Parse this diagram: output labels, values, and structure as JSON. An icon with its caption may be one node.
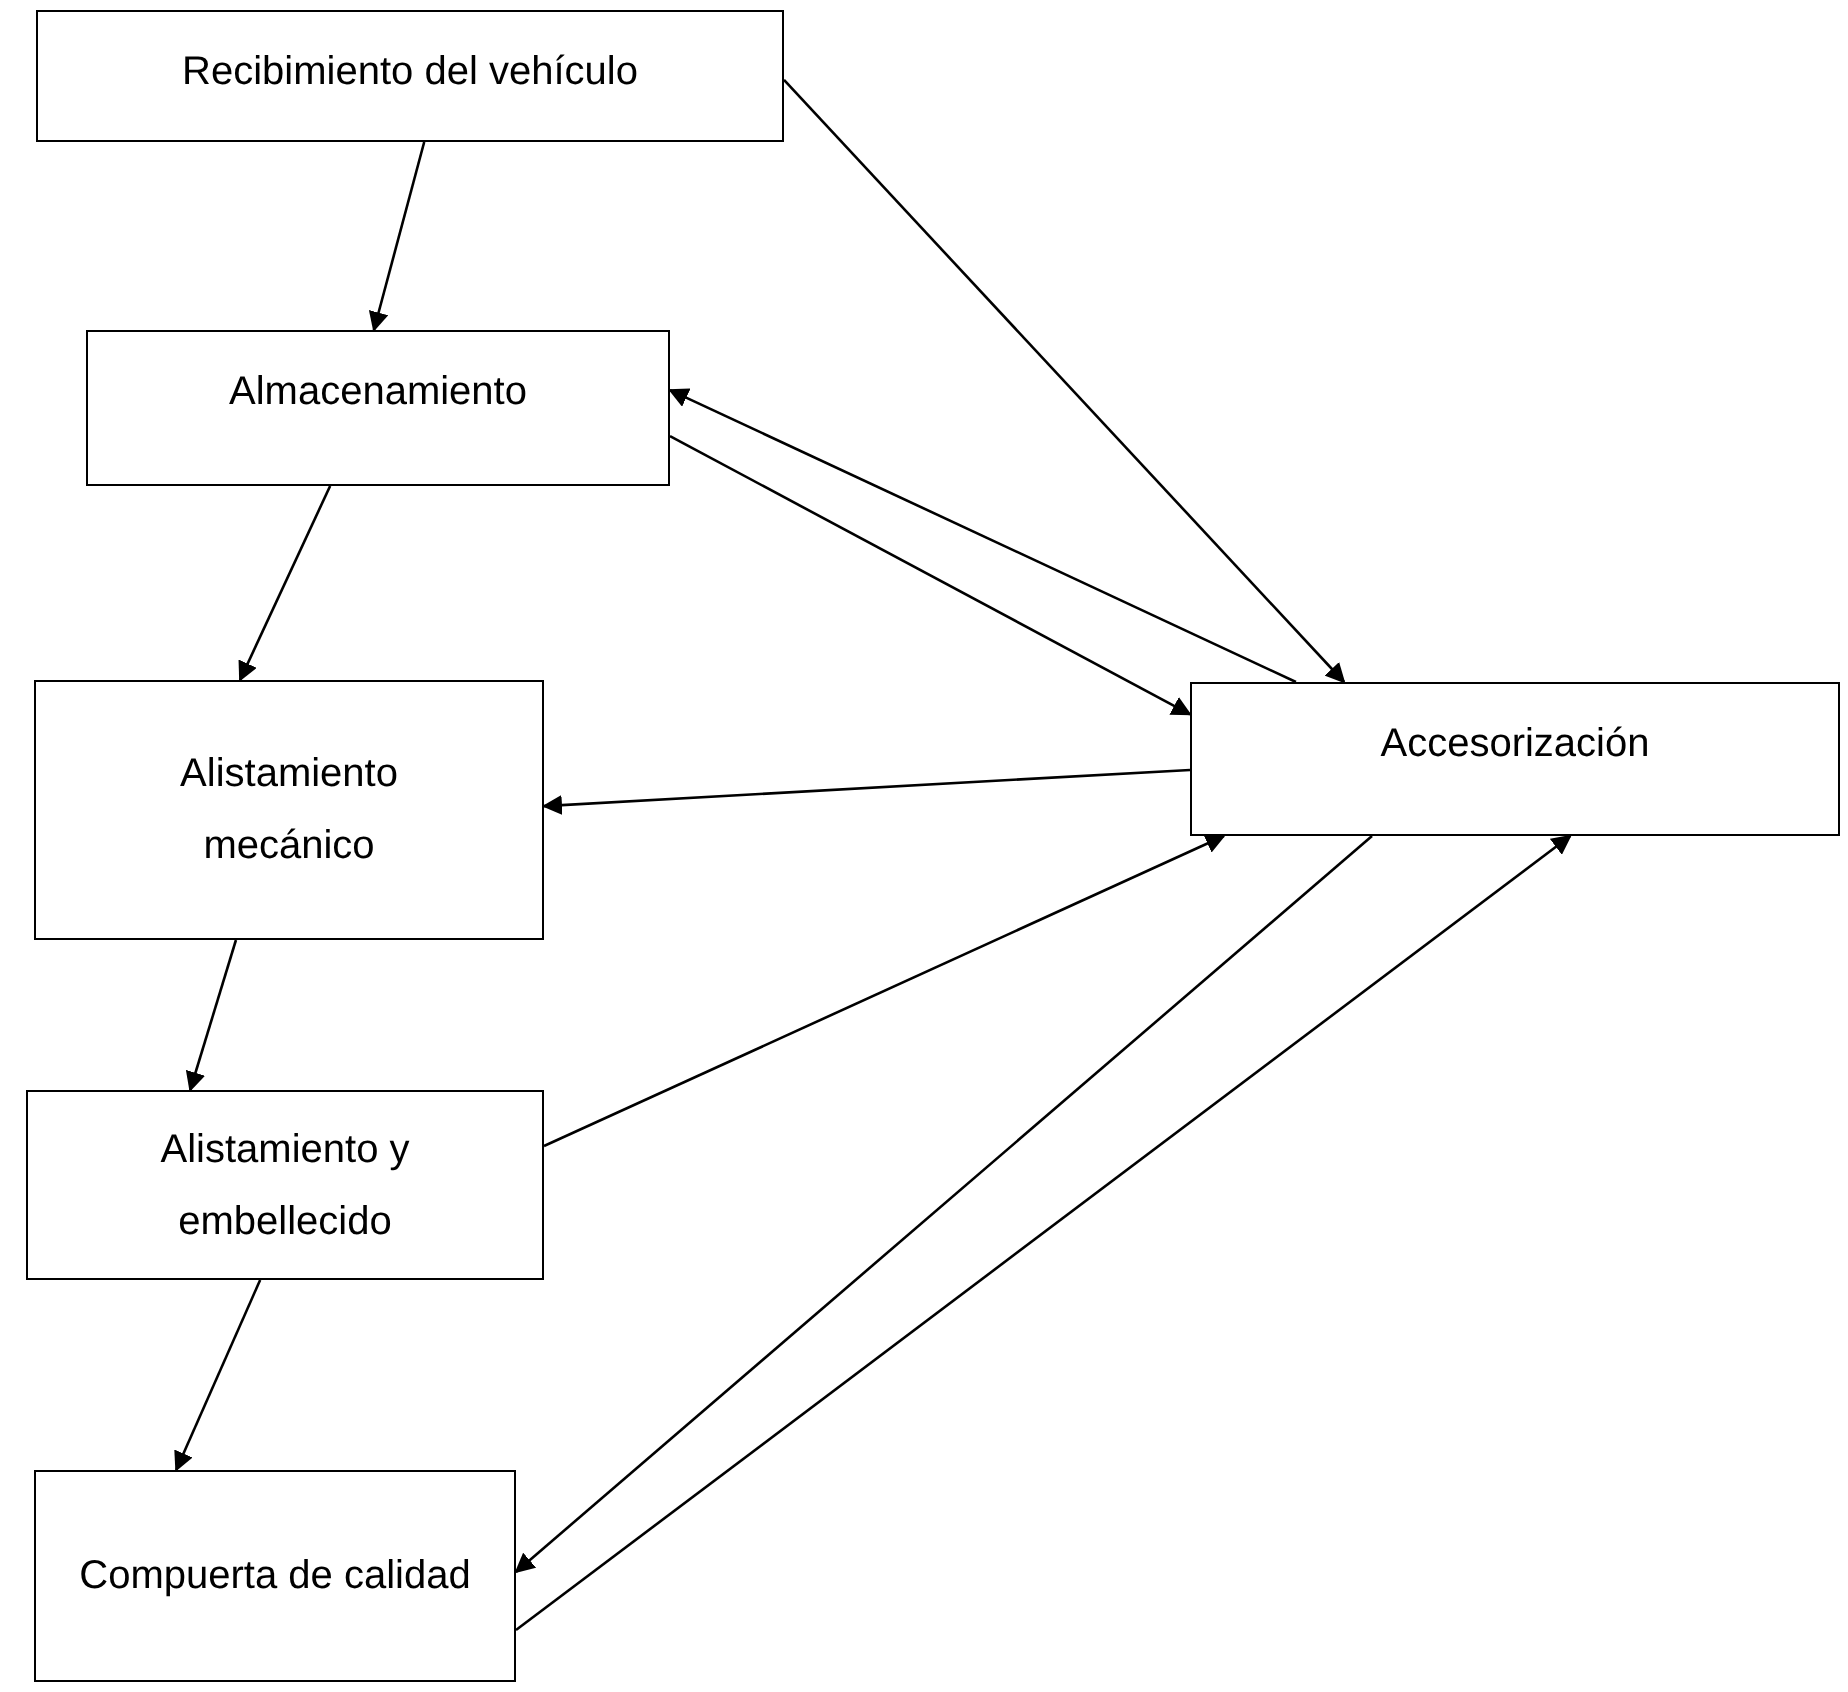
{
  "diagram": {
    "nodes": [
      {
        "text": [
          "Recibimiento del vehículo"
        ]
      },
      {
        "text": [
          "Almacenamiento"
        ]
      },
      {
        "text": [
          "Accesorización"
        ]
      },
      {
        "text": [
          "Alistamiento mecánico"
        ]
      },
      {
        "text": [
          "Alistamiento y embellecido"
        ]
      },
      {
        "text": [
          "Compuerta de calidad"
        ]
      }
    ],
    "edges": [
      {
        "from": 0,
        "to": 1,
        "arrow": "to"
      },
      {
        "from": 0,
        "to": 2,
        "arrow": "to"
      },
      {
        "from": 2,
        "to": 1,
        "arrow": "to"
      },
      {
        "from": 1,
        "to": 2,
        "arrow": "to"
      },
      {
        "from": 1,
        "to": 3,
        "arrow": "to"
      },
      {
        "from": 2,
        "to": 3,
        "arrow": "to"
      },
      {
        "from": 4,
        "to": 2,
        "arrow": "to"
      },
      {
        "from": 3,
        "to": 4,
        "arrow": "to"
      },
      {
        "from": 2,
        "to": 5,
        "arrow": "to"
      },
      {
        "from": 5,
        "to": 2,
        "arrow": "to"
      },
      {
        "from": 4,
        "to": 5,
        "arrow": "to"
      }
    ]
  }
}
